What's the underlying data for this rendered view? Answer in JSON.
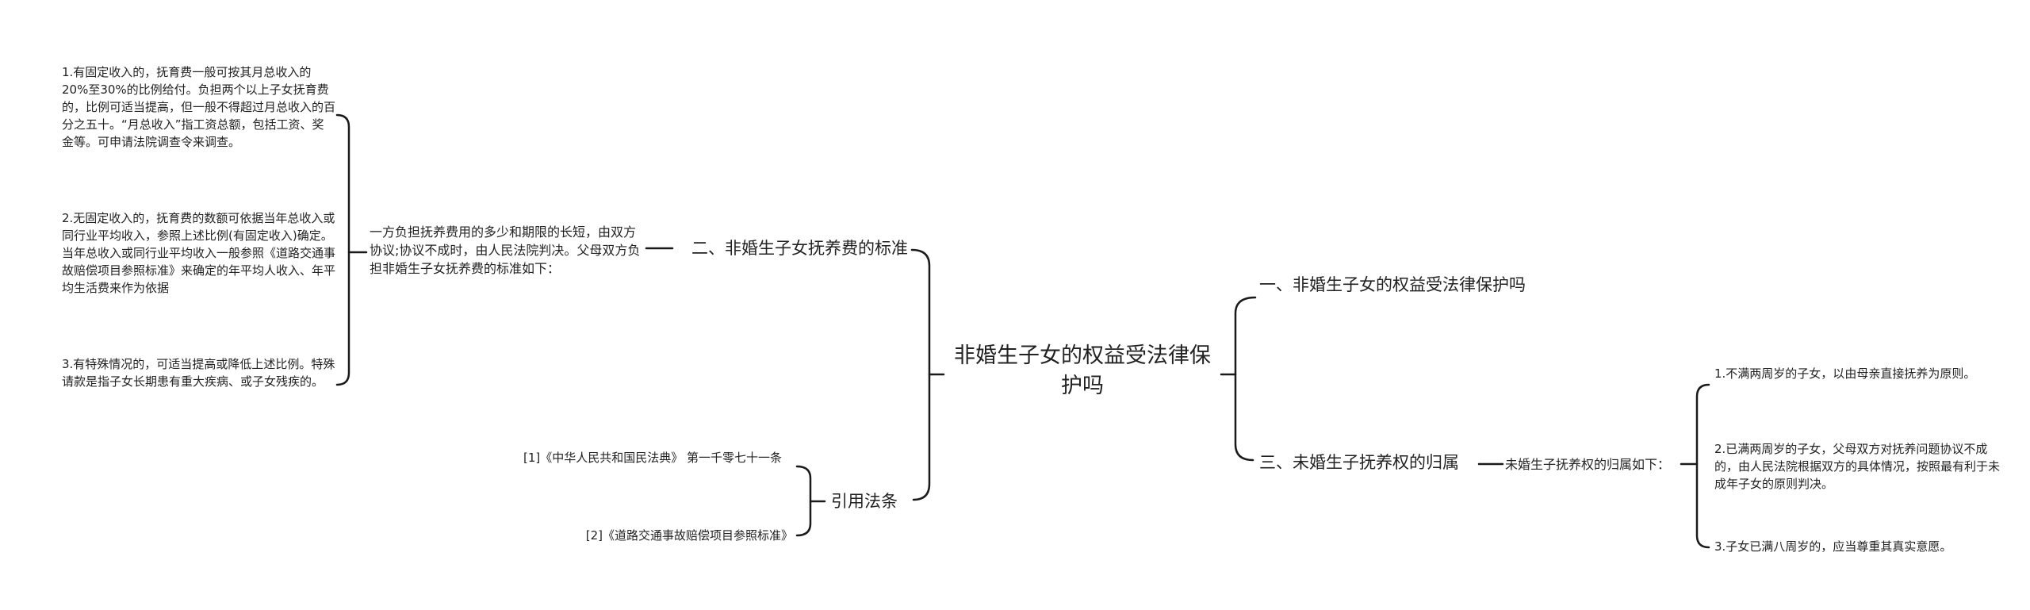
{
  "root": {
    "title": "非婚生子女的权益受法律保护吗"
  },
  "right": {
    "branch1": {
      "label": "一、非婚生子女的权益受法律保护吗"
    },
    "branch3": {
      "label": "三、未婚生子抚养权的归属",
      "intro": "未婚生子抚养权的归属如下：",
      "items": [
        "1.不满两周岁的子女，以由母亲直接抚养为原则。",
        "2.已满两周岁的子女，父母双方对抚养问题协议不成的，由人民法院根据双方的具体情况，按照最有利于未成年子女的原则判决。",
        "3.子女已满八周岁的，应当尊重其真实意愿。"
      ]
    }
  },
  "left": {
    "branch2": {
      "label": "二、非婚生子女抚养费的标准",
      "intro": "一方负担抚养费用的多少和期限的长短，由双方协议;协议不成时，由人民法院判决。父母双方负担非婚生子女抚养费的标准如下：",
      "items": [
        "1.有固定收入的，抚育费一般可按其月总收入的20%至30%的比例给付。负担两个以上子女抚育费的，比例可适当提高，但一般不得超过月总收入的百分之五十。“月总收入”指工资总额，包括工资、奖金等。可申请法院调查令来调查。",
        "2.无固定收入的，抚育费的数额可依据当年总收入或同行业平均收入，参照上述比例(有固定收入)确定。当年总收入或同行业平均收入一般参照《道路交通事故赔偿项目参照标准》来确定的年平均人收入、年平均生活费来作为依据",
        "3.有特殊情况的，可适当提高或降低上述比例。特殊请款是指子女长期患有重大疾病、或子女残疾的。"
      ]
    },
    "citations": {
      "label": "引用法条",
      "items": [
        "[1]《中华人民共和国民法典》 第一千零七十一条",
        "[2]《道路交通事故赔偿项目参照标准》"
      ]
    }
  }
}
